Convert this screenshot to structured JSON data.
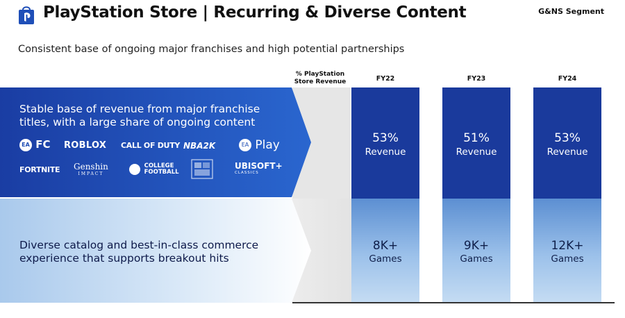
{
  "header": {
    "title": "PlayStation Store | Recurring & Diverse Content",
    "segment": "G&NS Segment",
    "subtitle": "Consistent base of ongoing major franchises and high potential partnerships"
  },
  "column_header": {
    "label_line1": "% PlayStation",
    "label_line2": "Store Revenue"
  },
  "top_band": {
    "text": "Stable base of revenue from major franchise titles, with a large share of ongoing content",
    "logos": {
      "ea_fc": "FC",
      "ea_fc_badge": "EA",
      "roblox": "ROBLOX",
      "cod": "CALL OF DUTY",
      "nba2k": "NBA2K",
      "ea_play": "Play",
      "ea_play_badge": "EA",
      "fortnite": "FORTNITE",
      "genshin": "Genshin",
      "genshin_sub": "IMPACT",
      "college_football": "COLLEGE",
      "college_football_2": "FOOTBALL",
      "ubisoft": "UBISOFT+",
      "ubisoft_sub": "CLASSICS"
    }
  },
  "bottom_band": {
    "text": "Diverse catalog and best-in-class commerce experience that supports breakout hits"
  },
  "columns": [
    {
      "fy": "FY22",
      "pct": "53%",
      "pct_label": "Revenue",
      "count": "8K+",
      "count_label": "Games"
    },
    {
      "fy": "FY23",
      "pct": "51%",
      "pct_label": "Revenue",
      "count": "9K+",
      "count_label": "Games"
    },
    {
      "fy": "FY24",
      "pct": "53%",
      "pct_label": "Revenue",
      "count": "12K+",
      "count_label": "Games"
    }
  ],
  "colors": {
    "top_band": "#1f4fb8",
    "bar_top": "#1a3a9c",
    "bar_bottom": "#9cc1ea"
  }
}
